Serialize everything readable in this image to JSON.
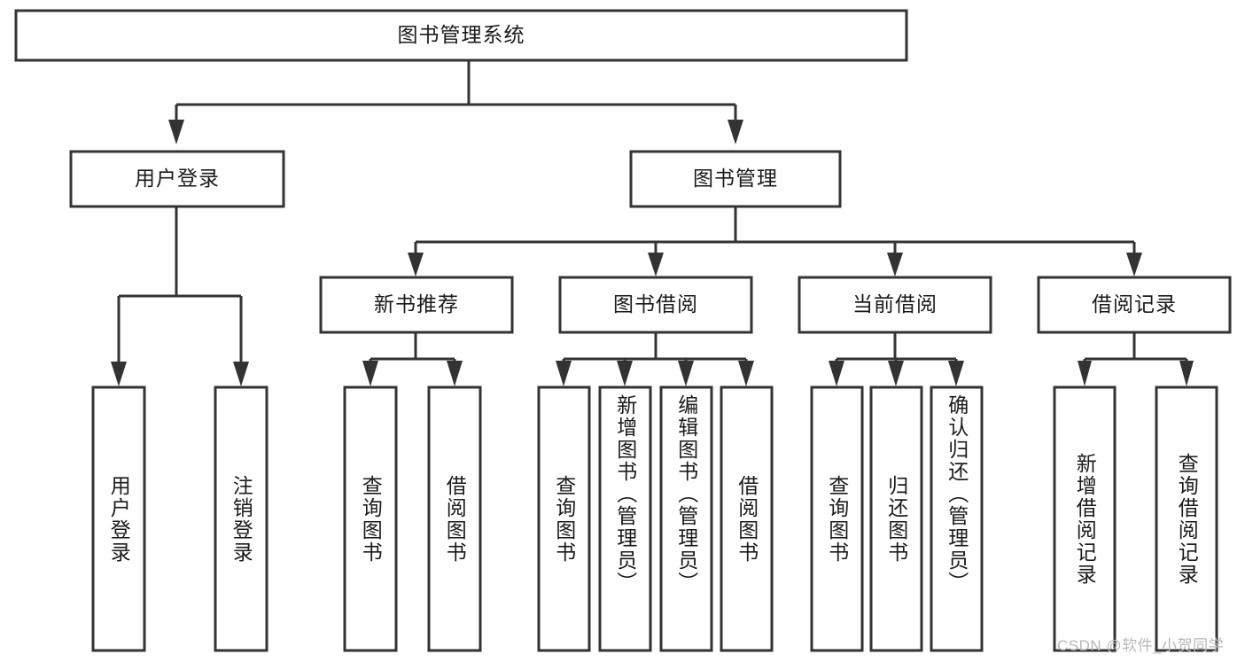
{
  "diagram": {
    "type": "tree-hierarchy",
    "title": "图书管理系统",
    "root": {
      "label": "图书管理系统"
    },
    "level2": [
      {
        "label": "用户登录"
      },
      {
        "label": "图书管理"
      }
    ],
    "level3": [
      {
        "label": "新书推荐"
      },
      {
        "label": "图书借阅"
      },
      {
        "label": "当前借阅"
      },
      {
        "label": "借阅记录"
      }
    ],
    "leaves": {
      "user_login": [
        {
          "label": "用户登录"
        },
        {
          "label": "注销登录"
        }
      ],
      "new_book_recommend": [
        {
          "label": "查询图书"
        },
        {
          "label": "借阅图书"
        }
      ],
      "book_borrow": [
        {
          "label": "查询图书"
        },
        {
          "label": "新增图书（管理员）"
        },
        {
          "label": "编辑图书（管理员）"
        },
        {
          "label": "借阅图书"
        }
      ],
      "current_borrow": [
        {
          "label": "查询图书"
        },
        {
          "label": "归还图书"
        },
        {
          "label": "确认归还（管理员）"
        }
      ],
      "borrow_record": [
        {
          "label": "新增借阅记录"
        },
        {
          "label": "查询借阅记录"
        }
      ]
    }
  },
  "watermark": {
    "text": "CSDN @软件_小贺同学"
  },
  "colors": {
    "stroke": "#333333",
    "box_fill": "#ffffff",
    "text": "#1a1a1a",
    "watermark": "#b8b8b8",
    "background": "#ffffff"
  }
}
